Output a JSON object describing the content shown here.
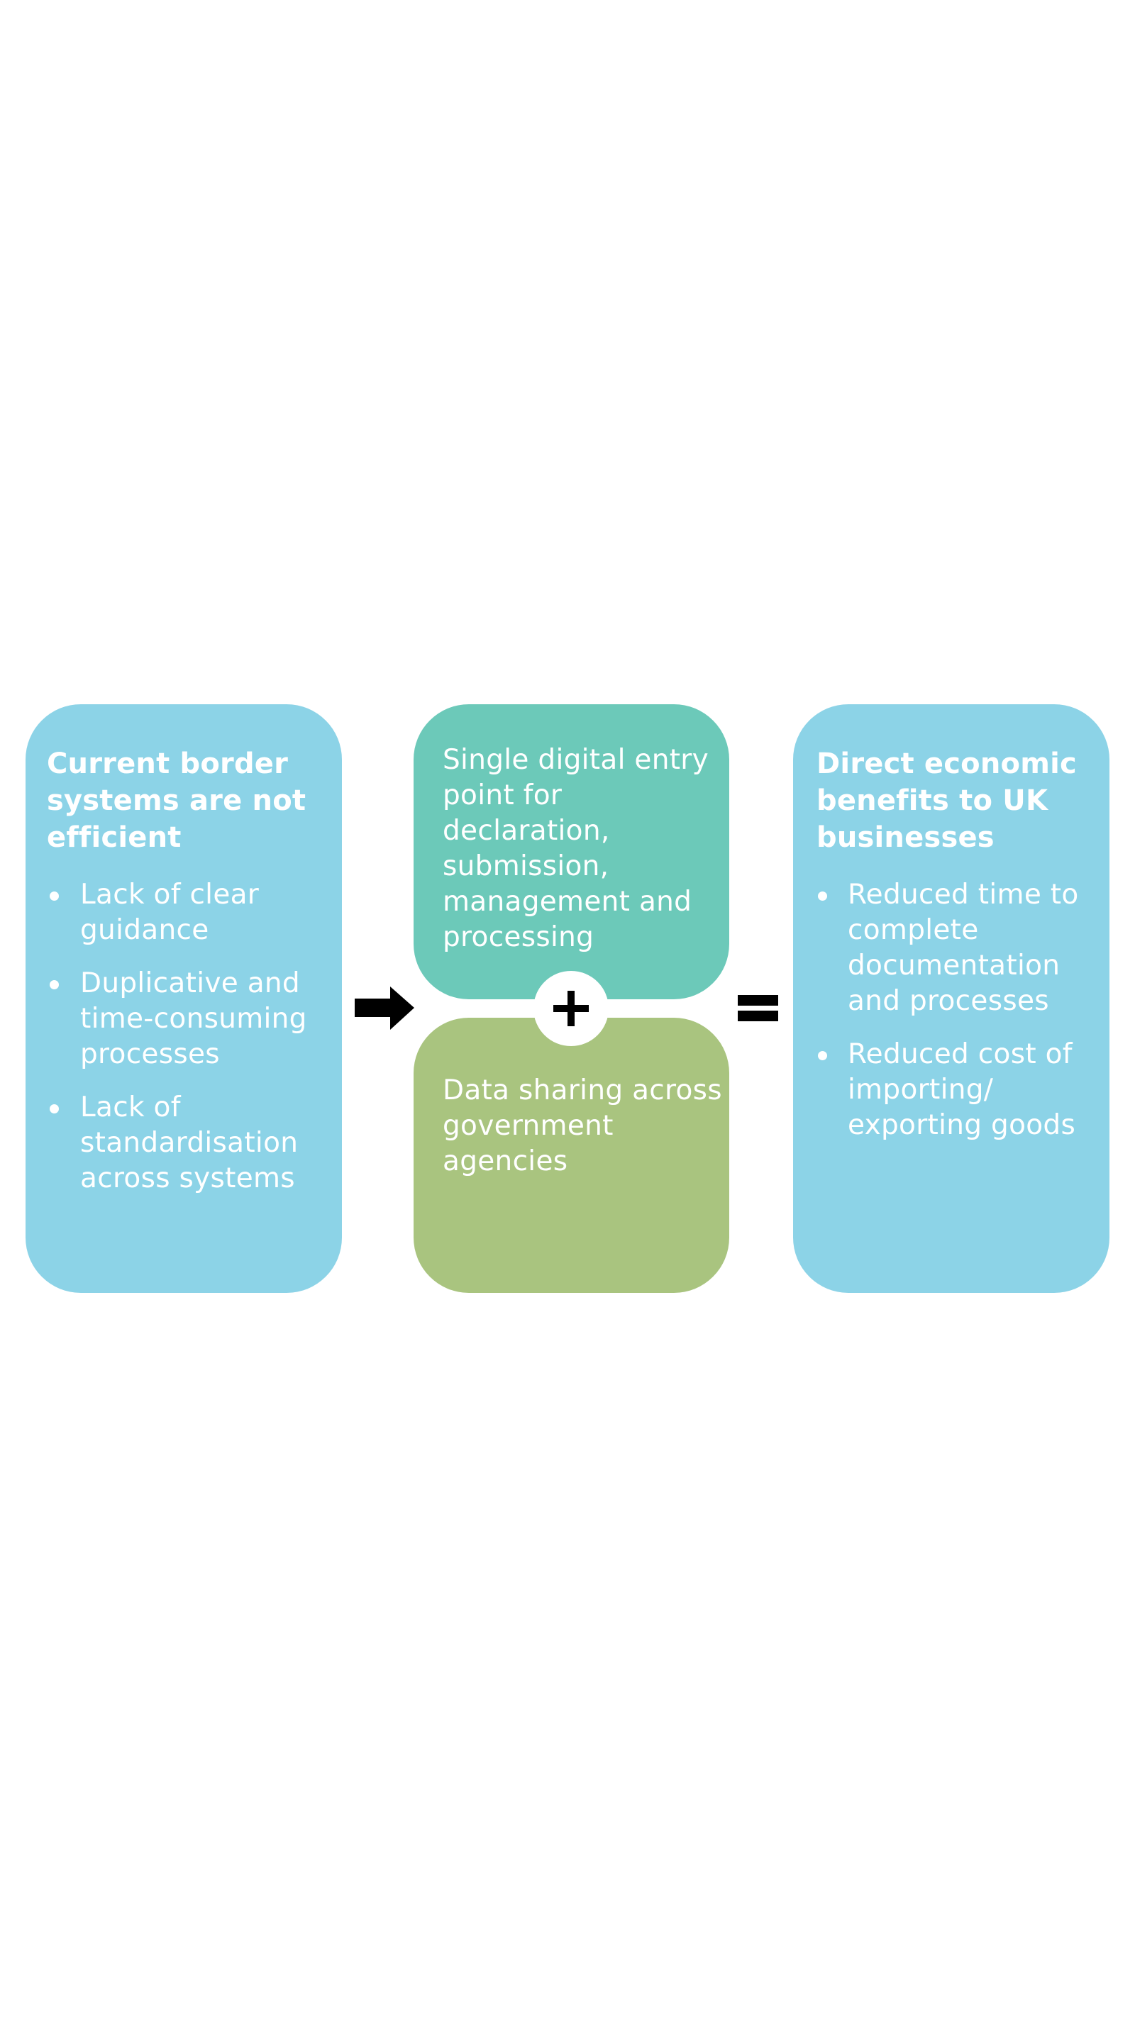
{
  "colors": {
    "problem_box": "#8cd3e7",
    "solution_top": "#6cc9b9",
    "solution_bottom": "#a9c47f",
    "benefit_box": "#8cd3e7",
    "operator": "#000000"
  },
  "problem": {
    "heading": "Current border systems are not efficient",
    "bullets": [
      "Lack of clear guidance",
      "Duplicative and time-consuming processes",
      "Lack of standardisation across systems"
    ]
  },
  "operators": {
    "arrow_icon": "right-arrow",
    "plus_icon": "plus",
    "equals_icon": "equals"
  },
  "solution": {
    "top_text": "Single digital entry point for declaration, submission, management and processing",
    "bottom_text": "Data sharing across government agencies"
  },
  "benefits": {
    "heading": "Direct economic benefits to UK businesses",
    "bullets": [
      "Reduced time to complete documentation and processes",
      "Reduced cost of importing/ exporting goods"
    ]
  }
}
